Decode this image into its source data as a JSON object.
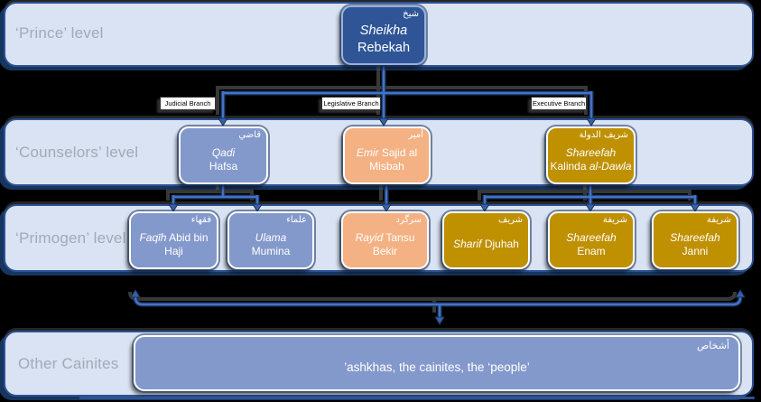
{
  "levels": {
    "prince": "‘Prince’ level",
    "counselors": "‘Counselors’ level",
    "primogen": "‘Primogen’ level",
    "other": "Other Cainites"
  },
  "branch_labels": {
    "judicial": "Judicial Branch",
    "legislative": "Legislative Branch",
    "executive": "Executive Branch"
  },
  "nodes": {
    "sheikha": {
      "tag": "شيخ",
      "i1": "Sheikha",
      "r1": "",
      "pre2": "",
      "i2": "",
      "r2": "Rebekah"
    },
    "qadi": {
      "tag": "قاضي",
      "i1": "Qadi",
      "r1": "",
      "pre2": "",
      "i2": "",
      "r2": "Hafsa"
    },
    "emir": {
      "tag": "أمير",
      "i1": "Emir",
      "r1": " Sajid al",
      "pre2": "",
      "i2": "",
      "r2": "Misbah"
    },
    "kalinda": {
      "tag": "شريف الدولة",
      "i1": "Shareefah",
      "r1": "",
      "pre2": "Kalinda ",
      "i2": "al-Dawla",
      "r2": ""
    },
    "faqih": {
      "tag": "فقهاء",
      "i1": "Faqīh",
      "r1": " Abid bin",
      "pre2": "",
      "i2": "",
      "r2": "Haji"
    },
    "ulama": {
      "tag": "علماء",
      "i1": "Ulama",
      "r1": "",
      "pre2": "",
      "i2": "",
      "r2": "Mumina"
    },
    "rayid": {
      "tag": "سرگرد",
      "i1": "Rayid",
      "r1": " Tansu",
      "pre2": "",
      "i2": "",
      "r2": "Bekir"
    },
    "sharif": {
      "tag": "شريف",
      "i1": "Sharif",
      "r1": " Djuhah",
      "pre2": "",
      "i2": "",
      "r2": ""
    },
    "enam": {
      "tag": "شريفة",
      "i1": "Shareefah",
      "r1": "",
      "pre2": "",
      "i2": "",
      "r2": "Enam"
    },
    "janni": {
      "tag": "شريفة",
      "i1": "Shareefah",
      "r1": "",
      "pre2": "",
      "i2": "",
      "r2": "Janni"
    }
  },
  "bottom_box": {
    "tag": "أشخاص",
    "text": "’ashkhas, the cainites, the ‘people’"
  },
  "colors": {
    "prince_fill": "#2F5597",
    "counselor_blue": "#8399CC",
    "legislative_salmon": "#F4B183",
    "executive_gold": "#BF9000",
    "row_fill": "#DAE3F3",
    "row_border": "#2C5293",
    "connector_blue": "#4472C4",
    "label_gray": "#A6A6A6"
  }
}
